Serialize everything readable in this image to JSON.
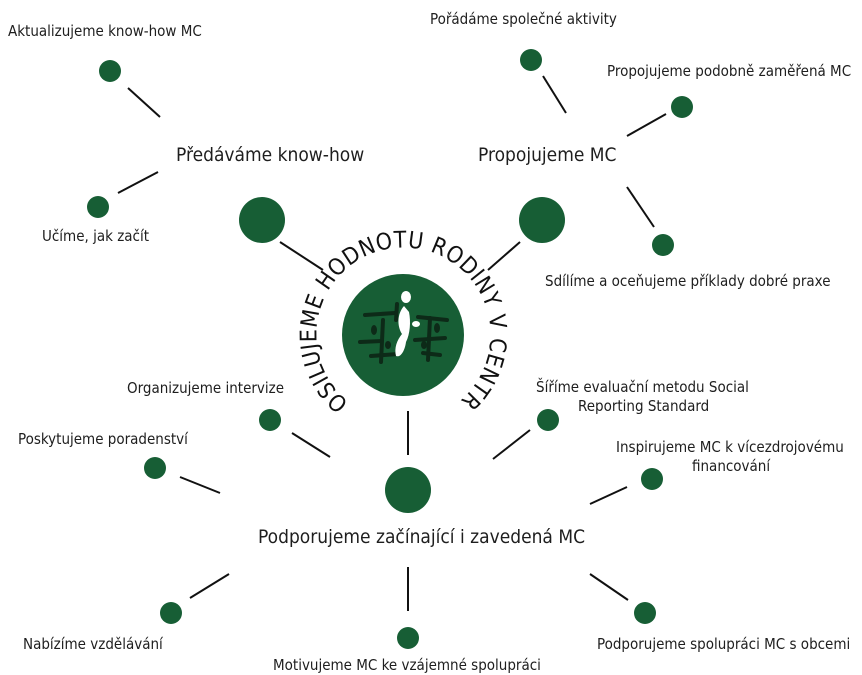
{
  "colors": {
    "node": "#175e35",
    "line": "#111111",
    "text": "#1e1e1e",
    "logo_mark": "#ffffff"
  },
  "center": {
    "ring_text": "POSILUJEME HODNOTU RODINY V CENTRU",
    "logo": "centrum-logo-icon"
  },
  "branches": [
    {
      "title": "Předáváme know-how",
      "items": [
        "Aktualizujeme know-how MC",
        "Učíme, jak začít"
      ]
    },
    {
      "title": "Propojujeme MC",
      "items": [
        "Pořádáme společné aktivity",
        "Propojujeme podobně zaměřená MC",
        "Sdílíme a oceňujeme příklady dobré praxe"
      ]
    },
    {
      "title": "Podporujeme začínající i zavedená MC",
      "items": [
        "Organizujeme intervize",
        "Poskytujeme poradenství",
        "Nabízíme vzdělávání",
        "Motivujeme MC ke vzájemné spolupráci",
        "Podporujeme spolupráci MC s obcemi",
        {
          "line1": "Šíříme evaluační metodu Social",
          "line2": "Reporting Standard"
        },
        {
          "line1": "Inspirujeme MC k vícezdrojovému",
          "line2": "financování"
        }
      ]
    }
  ]
}
